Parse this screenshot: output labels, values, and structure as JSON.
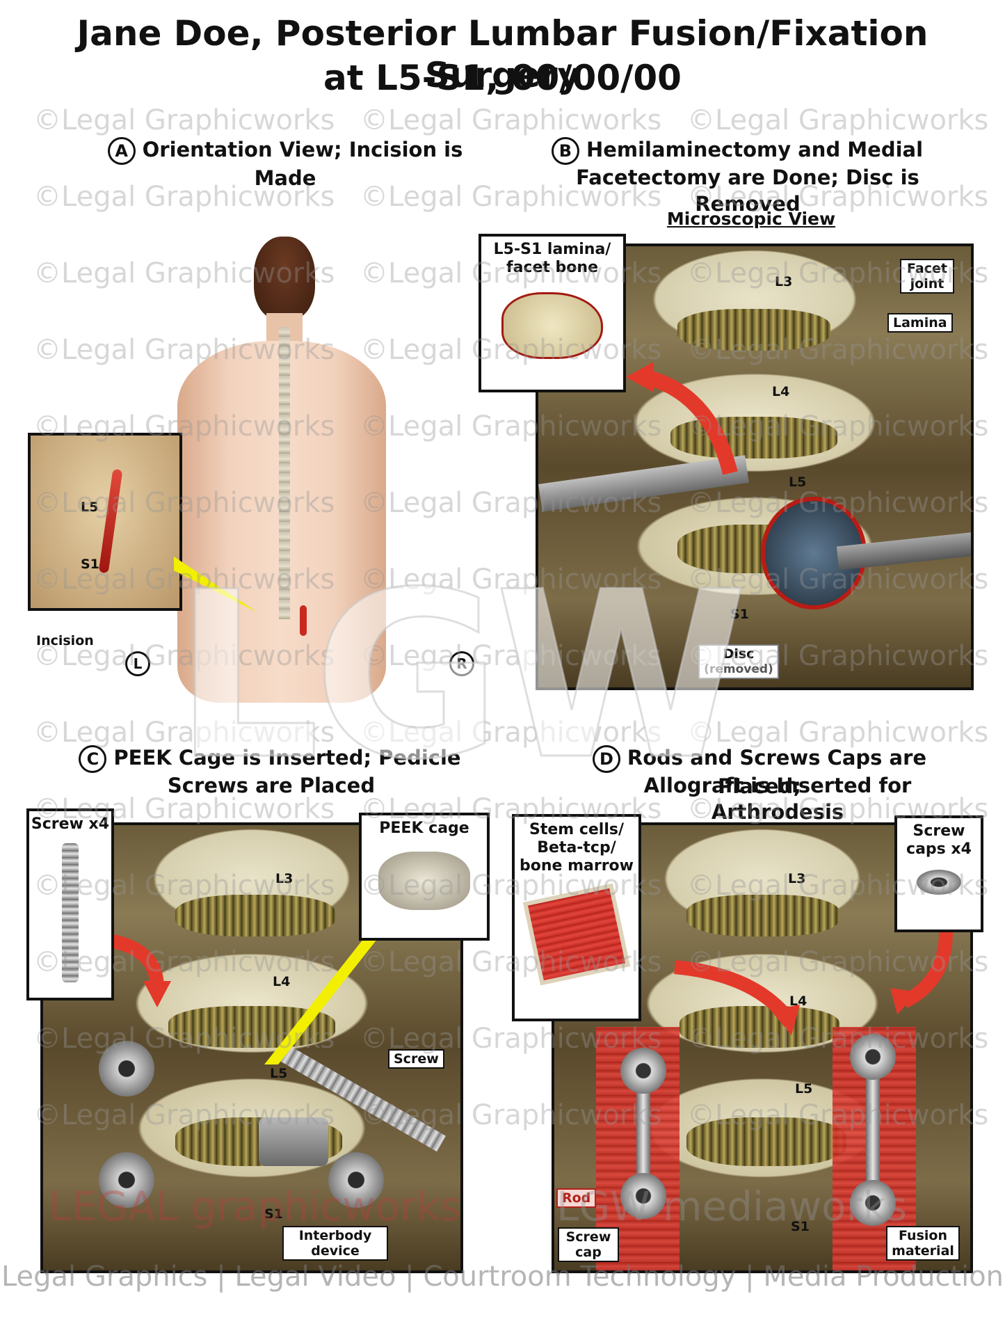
{
  "title": {
    "line1": "Jane Doe, Posterior Lumbar Fusion/Fixation Surgery",
    "line2": "at L5-S1, 00/00/00"
  },
  "watermark": {
    "text": "©Legal Graphicworks",
    "lgw": "LGW",
    "brand": "LEGAL graphicworks",
    "brand2": "LGW mediaworks"
  },
  "panel_a": {
    "letter": "A",
    "caption": "Orientation View; Incision is Made",
    "label_l5": "L5",
    "label_s1": "S1",
    "incision": "Incision",
    "left_marker": "L",
    "right_marker": "R"
  },
  "panel_b": {
    "letter": "B",
    "caption_line1": "Hemilaminectomy and Medial",
    "caption_line2": "Facetectomy are Done; Disc is Removed",
    "subtitle": "Microscopic View",
    "callout": "L5-S1 lamina/ facet bone",
    "facet": "Facet joint",
    "lamina": "Lamina",
    "l3": "L3",
    "l4": "L4",
    "l5": "L5",
    "s1": "S1",
    "disc": "Disc",
    "disc_note": "(removed)"
  },
  "panel_c": {
    "letter": "C",
    "caption_line1": "PEEK Cage is Inserted; Pedicle",
    "caption_line2": "Screws are Placed",
    "screw_callout": "Screw x4",
    "peek_callout": "PEEK cage",
    "screw": "Screw",
    "interbody": "Interbody device",
    "l3": "L3",
    "l4": "L4",
    "l5": "L5",
    "s1": "S1"
  },
  "panel_d": {
    "letter": "D",
    "caption_line1": "Rods and Screws Caps are Placed;",
    "caption_line2": "Allograft is Inserted for Arthrodesis",
    "stem_callout": "Stem cells/ Beta-tcp/ bone marrow",
    "caps_callout": "Screw caps x4",
    "rod": "Rod",
    "screw_cap": "Screw cap",
    "fusion": "Fusion material",
    "l3": "L3",
    "l4": "L4",
    "l5": "L5",
    "s1": "S1"
  },
  "footer": "Legal Graphics | Legal Video | Courtroom Technology | Media Production"
}
